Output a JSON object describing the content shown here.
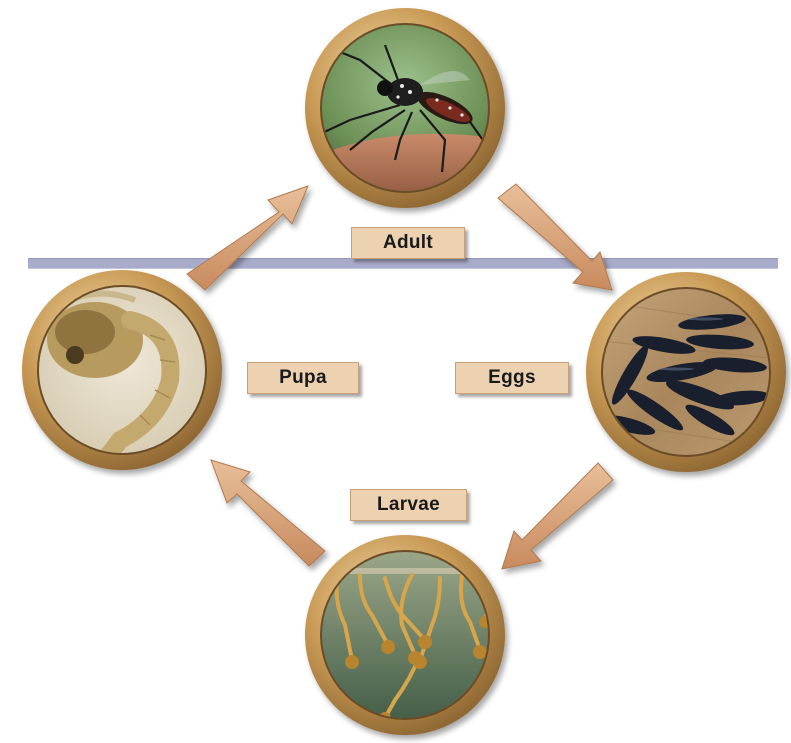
{
  "diagram": {
    "stages": {
      "adult": "Adult",
      "eggs": "Eggs",
      "larvae": "Larvae",
      "pupa": "Pupa"
    }
  }
}
